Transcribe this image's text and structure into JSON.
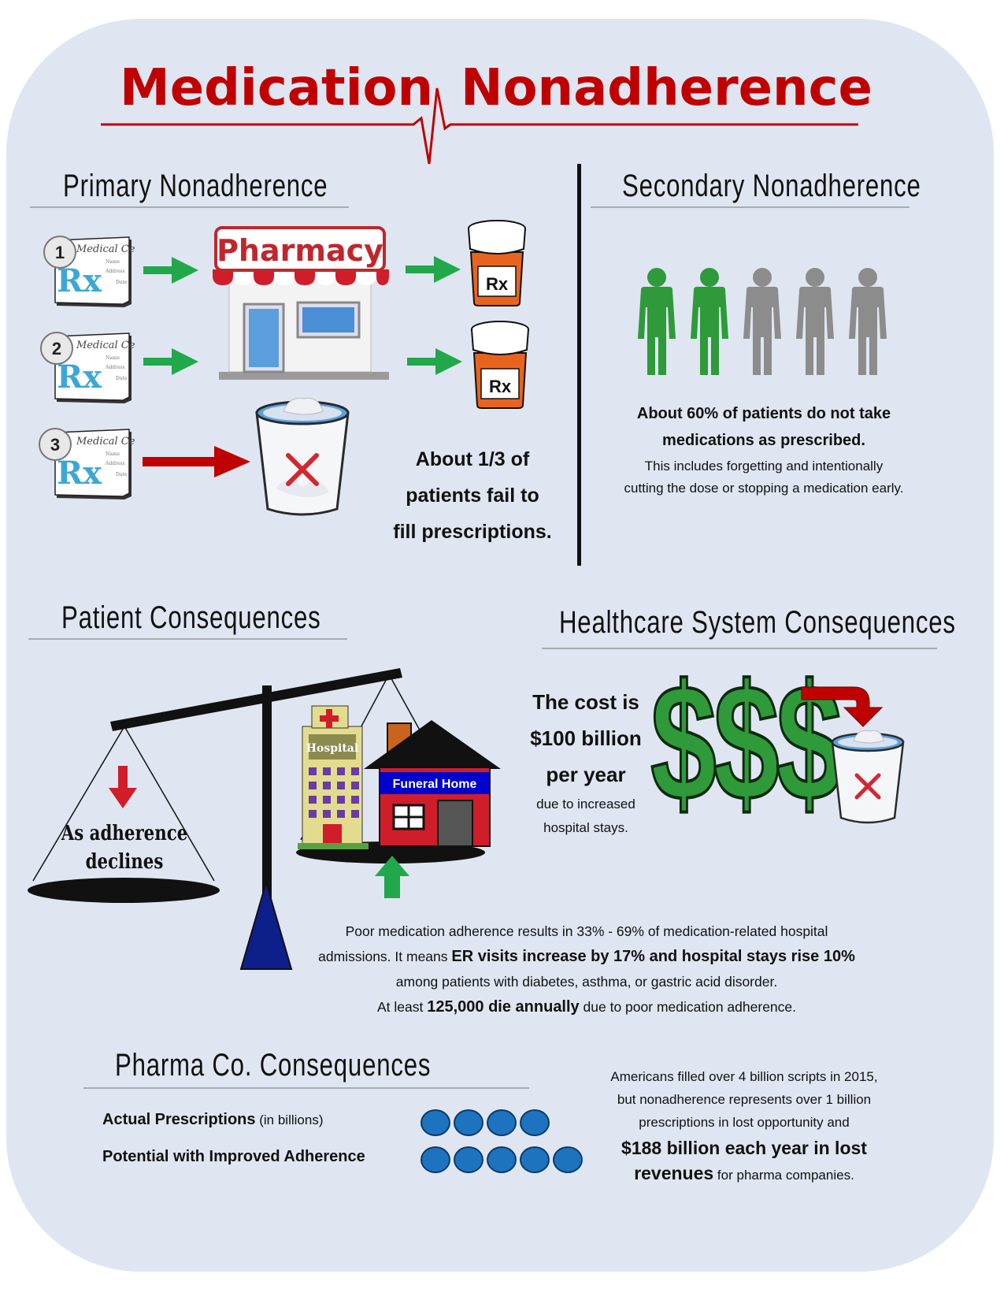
{
  "title": {
    "left": "Medication",
    "right": "Nonadherence"
  },
  "primary": {
    "heading": "Primary Nonadherence",
    "steps": [
      "1",
      "2",
      "3"
    ],
    "rx_form_label": "Medical Ce",
    "rx_form_fields": [
      "Name",
      "Address",
      "Date"
    ],
    "rx_symbol": "Rx",
    "pharmacy_label": "Pharmacy",
    "bottle_label": "Rx",
    "stat": [
      "About 1/3 of",
      "patients fail to",
      "fill prescriptions."
    ]
  },
  "secondary": {
    "heading": "Secondary Nonadherence",
    "people_total": 5,
    "people_highlighted": 2,
    "stat_bold": [
      "About 60% of patients do not take",
      "medications as prescribed."
    ],
    "stat_detail": [
      "This includes forgetting and intentionally",
      "cutting the dose or stopping a medication early."
    ]
  },
  "patient": {
    "heading": "Patient Consequences",
    "scale_text": [
      "As adherence",
      "declines"
    ],
    "hospital_label": "Hospital",
    "funeral_label": "Funeral Home",
    "note_line1": "Poor medication adherence results in 33% - 69% of medication-related hospital",
    "note_line2_a": "admissions. It means ",
    "note_line2_b": "ER visits increase by 17% and hospital stays rise 10%",
    "note_line3": "among patients with diabetes, asthma, or gastric acid disorder.",
    "note_line4_a": "At least ",
    "note_line4_b": "125,000 die annually",
    "note_line4_c": " due to poor medication adherence."
  },
  "healthcare": {
    "heading": "Healthcare System Consequences",
    "cost": [
      "The cost is",
      "$100 billion",
      "per year"
    ],
    "cost_detail": [
      "due to increased",
      "hospital stays."
    ],
    "dollar_signs": "$$$"
  },
  "pharma": {
    "heading": "Pharma Co. Consequences",
    "row1_bold": "Actual Prescriptions",
    "row1_note": " (in billions)",
    "row2_bold": "Potential with Improved Adherence",
    "actual_billions": 4,
    "potential_billions": 5,
    "para_lines": [
      "Americans filled over 4 billion scripts in 2015,",
      "but nonadherence represents over 1 billion",
      "prescriptions in lost opportunity and"
    ],
    "para_bold1": "$188 billion each year in lost",
    "para_bold2": "revenues",
    "para_tail": " for pharma companies."
  },
  "colors": {
    "title_red": "#c00000",
    "green": "#2e9a3a",
    "gray": "#8c8c8c",
    "arrow_green": "#21a84a",
    "arrow_red": "#c00000",
    "dot_blue": "#1e73be"
  }
}
